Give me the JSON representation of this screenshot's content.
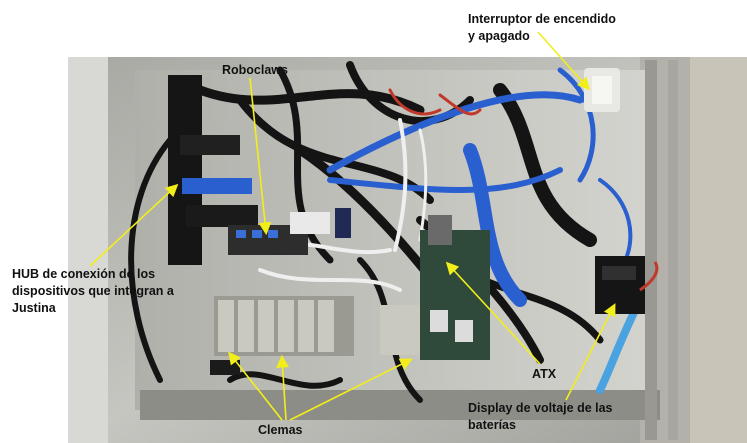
{
  "labels": {
    "interruptor_line1": "Interruptor de encendido",
    "interruptor_line2": "y apagado",
    "roboclaws": "Roboclaws",
    "hub_line1": "HUB de conexión de los",
    "hub_line2": "dispositivos que integran a",
    "hub_line3": "Justina",
    "atx": "ATX",
    "display_line1": "Display de voltaje de las",
    "display_line2": "baterías",
    "clemas": "Clemas"
  },
  "colors": {
    "arrow": "#f2ee1a",
    "label_text": "#111111",
    "cable_blue": "#2a5fd0",
    "cable_black": "#141414",
    "enclosure": "#b9b9b4"
  }
}
